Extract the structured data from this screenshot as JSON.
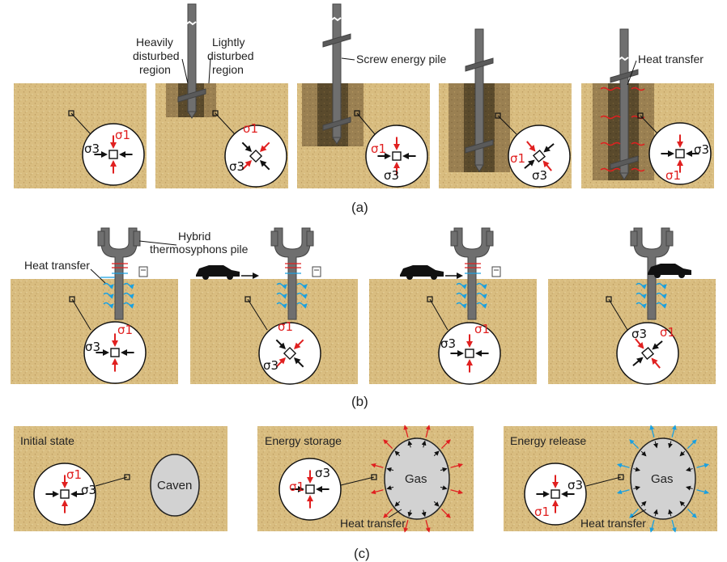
{
  "colors": {
    "soil": "#d8bc7e",
    "soil_dark": "#c6a96a",
    "disturbed_heavy": "#4f4228",
    "disturbed_light": "#8a7448",
    "pile": "#6f6f6f",
    "stress_red": "#e02020",
    "stress_black": "#111111",
    "heat_red": "#e02020",
    "heat_blue": "#1aa0e0",
    "cavern_fill": "#d2d2d2"
  },
  "panel_a": {
    "caption": "(a)",
    "label_heavily": "Heavily\ndisturbed\nregion",
    "label_lightly": "Lightly\ndisturbed\nregion",
    "label_pile": "Screw energy pile",
    "label_heat": "Heat transfer",
    "sigma1": "σ1",
    "sigma3": "σ3"
  },
  "panel_b": {
    "caption": "(b)",
    "label_pile": "Hybrid\nthermosyphons pile",
    "label_heat": "Heat transfer",
    "sigma1": "σ1",
    "sigma3": "σ3"
  },
  "panel_c": {
    "caption": "(c)",
    "initial_title": "Initial state",
    "storage_title": "Energy storage",
    "release_title": "Energy release",
    "caven_label": "Caven",
    "gas_label": "Gas",
    "heat_label": "Heat transfer",
    "sigma1": "σ1",
    "sigma3": "σ3"
  }
}
